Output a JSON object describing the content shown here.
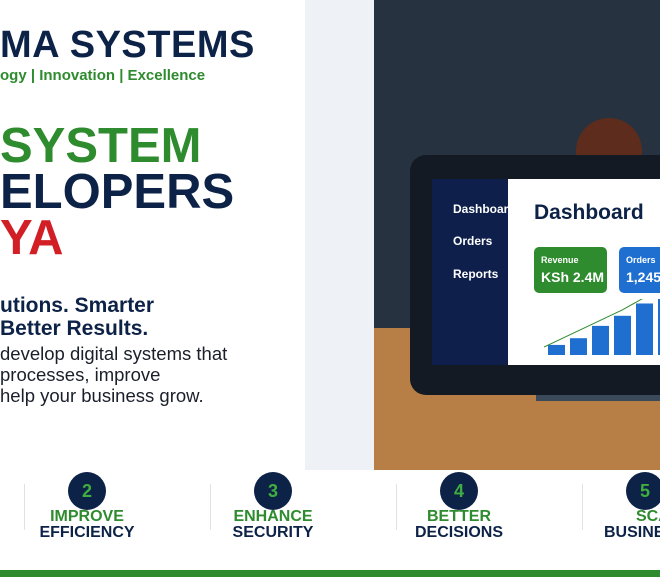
{
  "brand": {
    "name": "MA SYSTEMS",
    "tagline": "ogy | Innovation | Excellence"
  },
  "hero": {
    "line1": "SYSTEM",
    "line2": "ELOPERS",
    "line3": "YA",
    "sub1": "utions. Smarter",
    "sub2": "Better Results.",
    "body1": " develop digital systems that",
    "body2": "processes, improve",
    "body3": "help your business grow."
  },
  "dashboard": {
    "title": "Dashboard",
    "sidebar": [
      "Dashboard",
      "Orders",
      "Reports"
    ],
    "cards": [
      {
        "label": "Revenue",
        "value": "KSh 2.4M",
        "color": "#2e8b2e"
      },
      {
        "label": "Orders",
        "value": "1,245",
        "color": "#1e6fd0"
      }
    ],
    "chart_values": [
      0.18,
      0.3,
      0.52,
      0.7,
      0.92,
      1.0
    ]
  },
  "steps": [
    {
      "num": "2",
      "line1": "IMPROVE",
      "line2": "EFFICIENCY"
    },
    {
      "num": "3",
      "line1": "ENHANCE",
      "line2": "SECURITY"
    },
    {
      "num": "4",
      "line1": "BETTER",
      "line2": "DECISIONS"
    },
    {
      "num": "5",
      "line1": "SCAL",
      "line2": "BUSINE"
    }
  ],
  "colors": {
    "navy": "#0d2247",
    "green": "#2e8b2e",
    "red": "#d21f26",
    "bar_blue": "#1e6fd0"
  }
}
